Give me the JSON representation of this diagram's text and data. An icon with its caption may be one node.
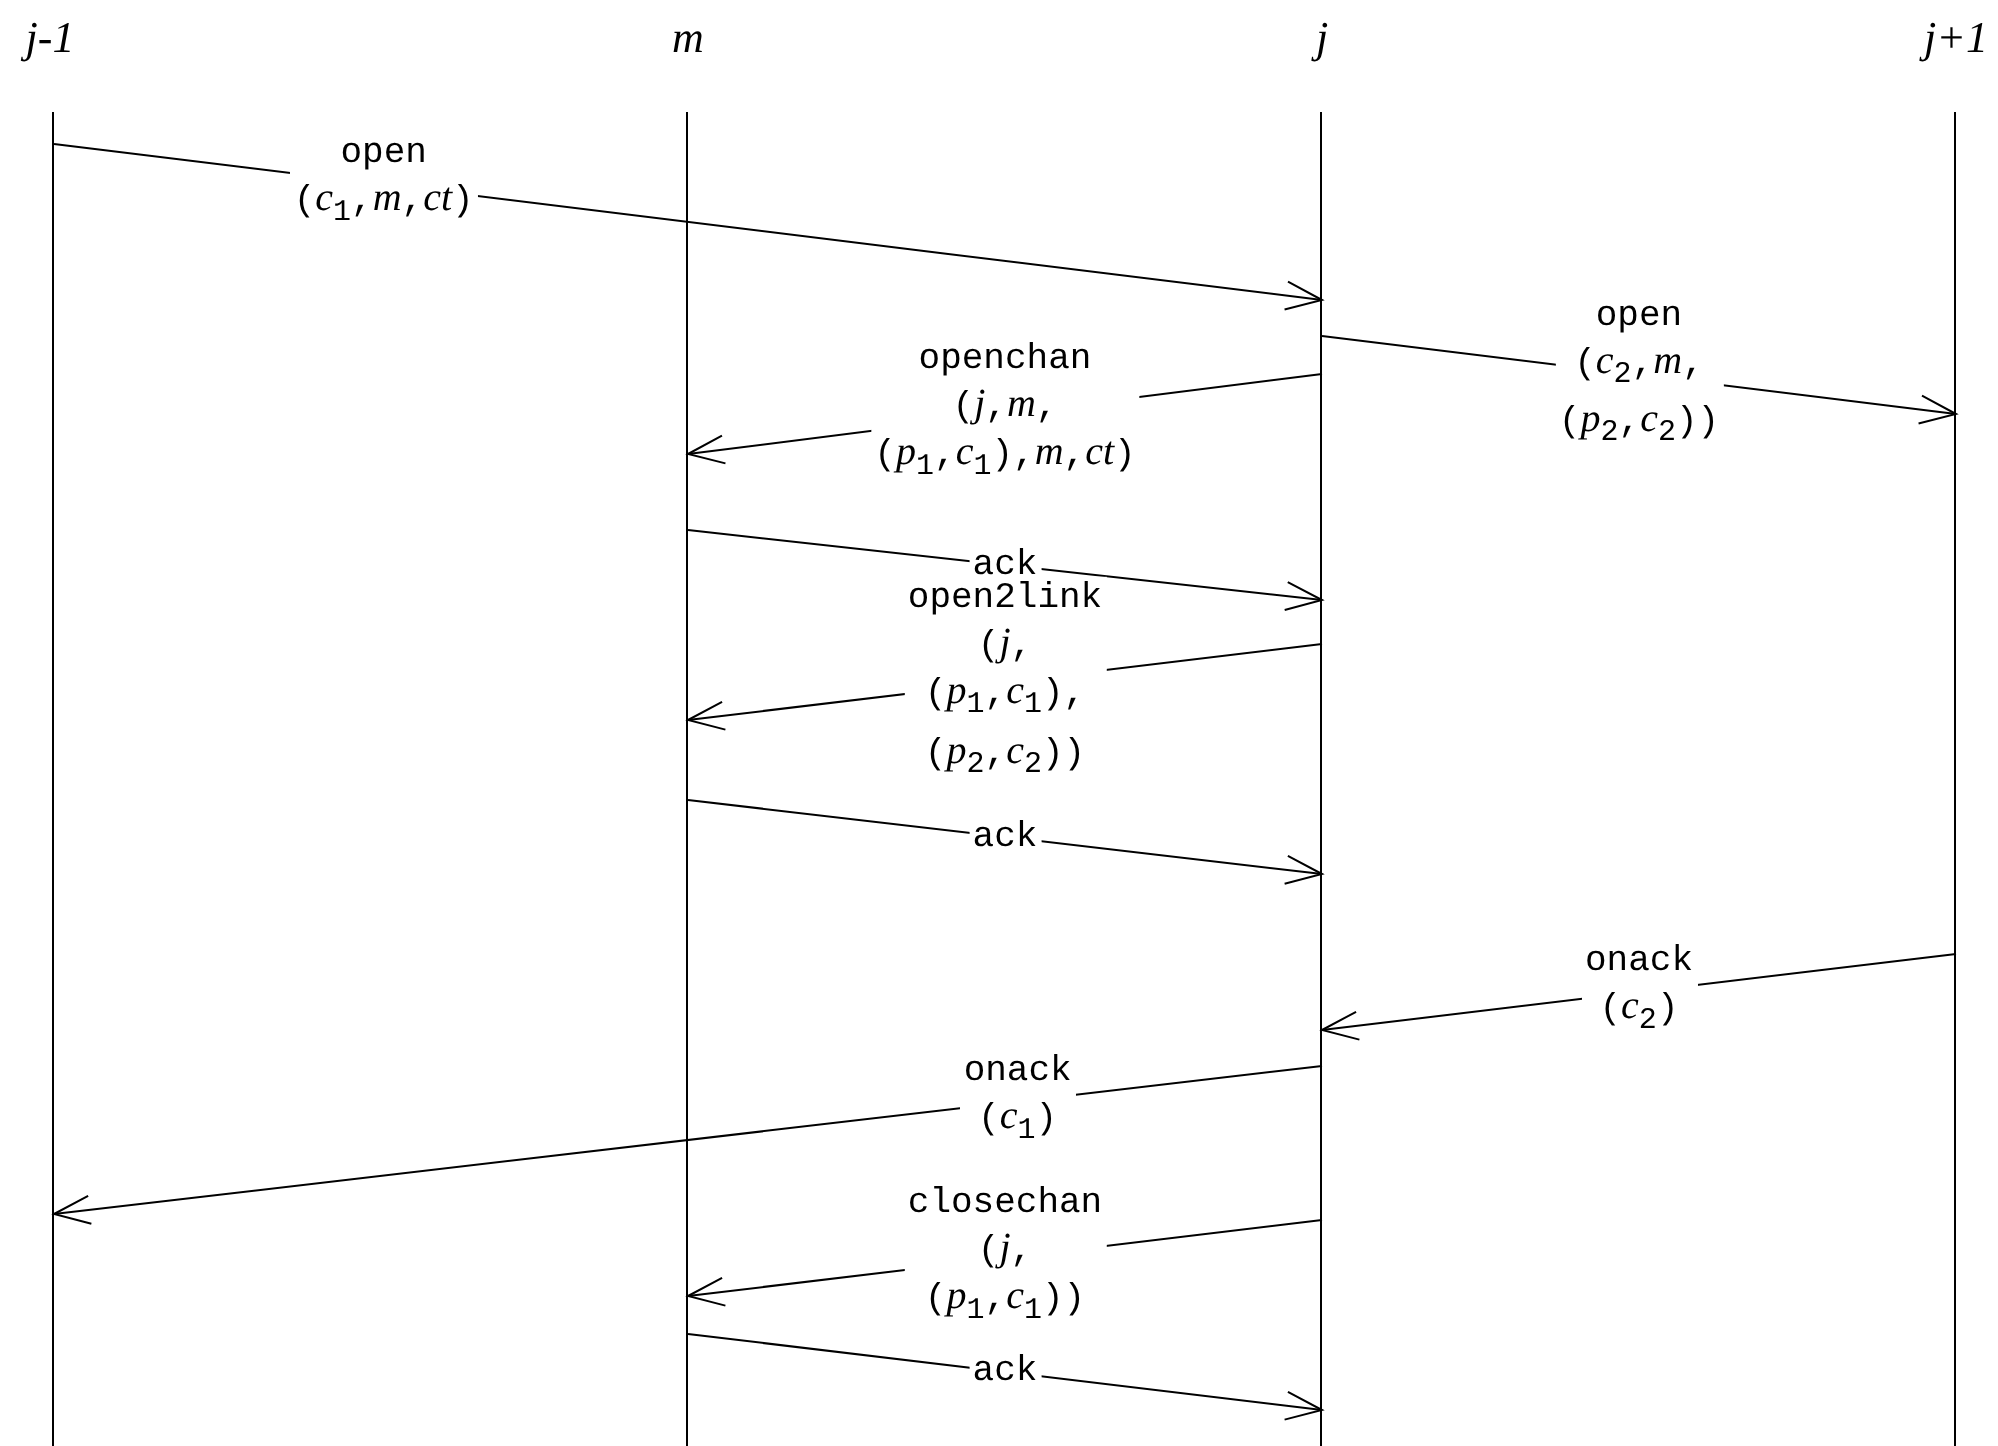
{
  "diagram": {
    "nodes": [
      {
        "text": [
          "j-1"
        ]
      },
      {
        "text": [
          "m"
        ]
      },
      {
        "text": [
          "j"
        ]
      },
      {
        "text": [
          "j+1"
        ]
      }
    ],
    "edges": [
      {
        "from": 0,
        "to": 2,
        "arrow": "to",
        "label": "open (*c*$_{1}$,*m*,*ct*)"
      },
      {
        "from": 2,
        "to": 3,
        "arrow": "to",
        "label": "open (*c*$_{2}$,*m*,(*p*$_{2}$,*c*$_{2}$))"
      },
      {
        "from": 2,
        "to": 1,
        "arrow": "to",
        "label": "openchan (*j*,*m*,(*p*$_{1}$,*c*$_{1}$),*m*,*ct*)"
      },
      {
        "from": 1,
        "to": 2,
        "arrow": "to",
        "label": "ack"
      },
      {
        "from": 2,
        "to": 1,
        "arrow": "to",
        "label": "open2link (*j*,(*p*$_{1}$,*c*$_{1}$),(*p*$_{2}$,*c*$_{2}$))"
      },
      {
        "from": 1,
        "to": 2,
        "arrow": "to",
        "label": "ack"
      },
      {
        "from": 3,
        "to": 2,
        "arrow": "to",
        "label": "onack (*c*$_{2}$)"
      },
      {
        "from": 2,
        "to": 0,
        "arrow": "to",
        "label": "onack (*c*$_{1}$)"
      },
      {
        "from": 2,
        "to": 1,
        "arrow": "to",
        "label": "closechan (*j*,(*p*$_{1}$,*c*$_{1}$))"
      },
      {
        "from": 1,
        "to": 2,
        "arrow": "to",
        "label": "ack"
      }
    ]
  }
}
